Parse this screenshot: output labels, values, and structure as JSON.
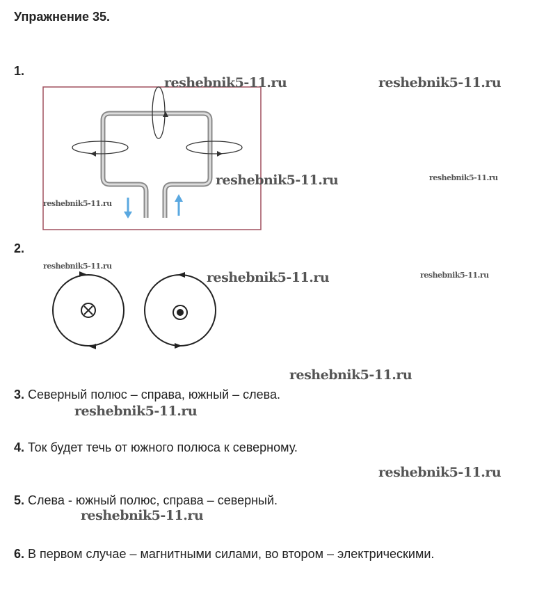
{
  "title": "Упражнение 35.",
  "items": [
    {
      "num": "1."
    },
    {
      "num": "2."
    },
    {
      "num": "3.",
      "text": "Северный полюс – справа, южный – слева."
    },
    {
      "num": "4.",
      "text": "Ток будет течь от южного полюса к северному."
    },
    {
      "num": "5.",
      "text": "Слева - южный полюс, справа – северный."
    },
    {
      "num": "6.",
      "text": "В первом случае – магнитными силами, во втором – электрическими."
    }
  ],
  "watermark": "reshebnik5-11.ru",
  "colors": {
    "frame": "#a0505f",
    "arrow": "#5aa8e0",
    "wire": "#999999"
  }
}
